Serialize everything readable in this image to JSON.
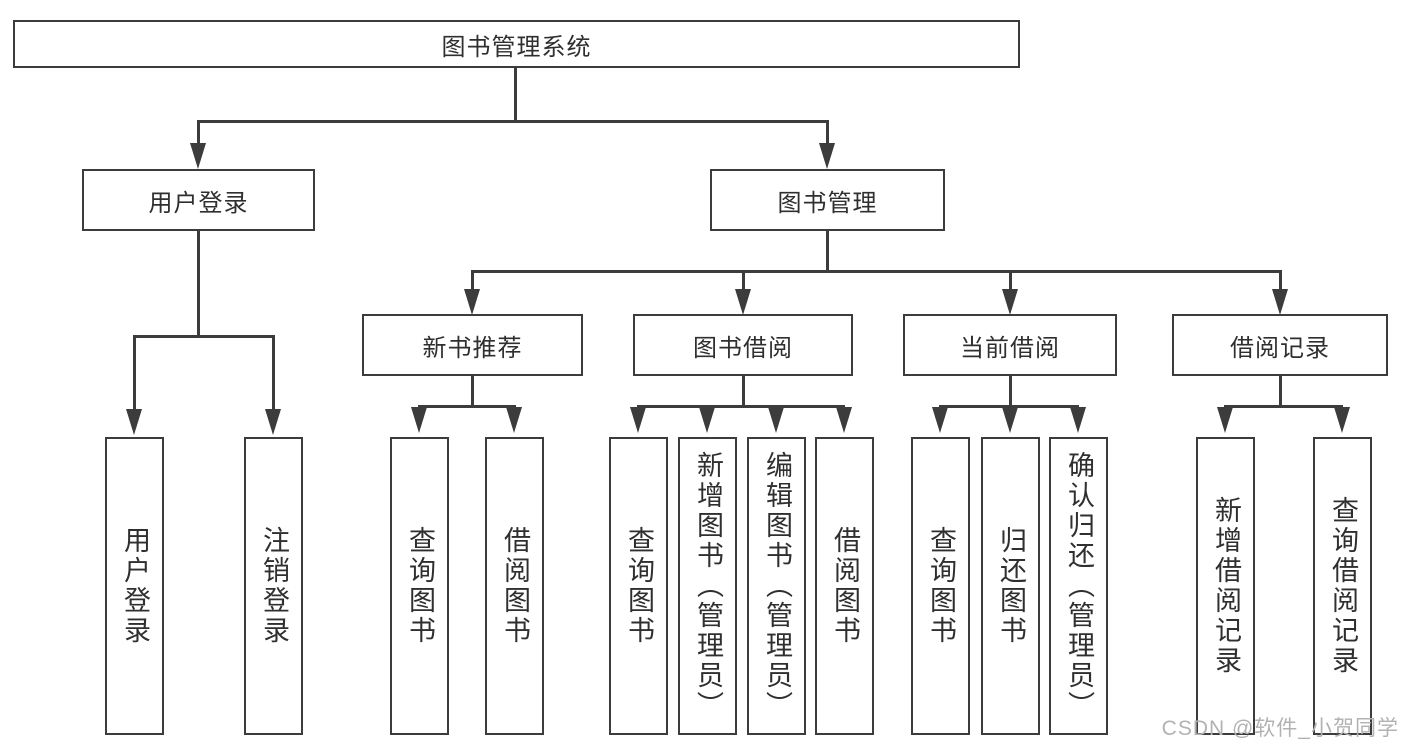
{
  "tree": {
    "label": "图书管理系统",
    "children": [
      {
        "label": "用户登录",
        "children": [
          {
            "label": "用户登录"
          },
          {
            "label": "注销登录"
          }
        ]
      },
      {
        "label": "图书管理",
        "children": [
          {
            "label": "新书推荐",
            "children": [
              {
                "label": "查询图书"
              },
              {
                "label": "借阅图书"
              }
            ]
          },
          {
            "label": "图书借阅",
            "children": [
              {
                "label": "查询图书"
              },
              {
                "label": "新增图书（管理员）"
              },
              {
                "label": "编辑图书（管理员）"
              },
              {
                "label": "借阅图书"
              }
            ]
          },
          {
            "label": "当前借阅",
            "children": [
              {
                "label": "查询图书"
              },
              {
                "label": "归还图书"
              },
              {
                "label": "确认归还（管理员）"
              }
            ]
          },
          {
            "label": "借阅记录",
            "children": [
              {
                "label": "新增借阅记录"
              },
              {
                "label": "查询借阅记录"
              }
            ]
          }
        ]
      }
    ]
  },
  "watermark": "CSDN @软件_小贺同学",
  "colors": {
    "line": "#3c3c3c",
    "text": "#2f2f2f",
    "watermark": "#b2b2b2",
    "background": "#ffffff"
  }
}
